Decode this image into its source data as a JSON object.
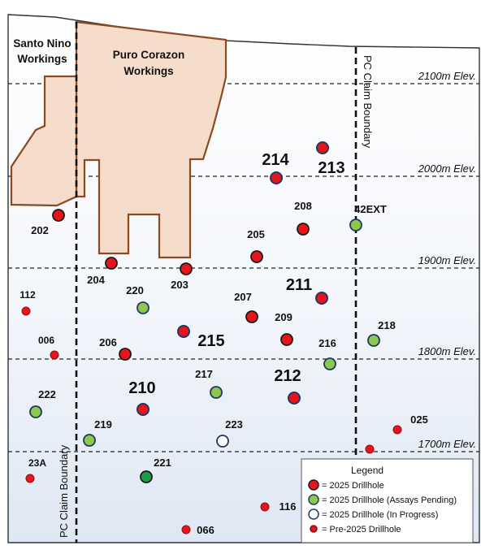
{
  "workings": {
    "santo_nino": [
      "Santo Nino",
      "Workings"
    ],
    "puro_corazon": [
      "Puro Corazon",
      "Workings"
    ]
  },
  "boundaries": {
    "left_label": "PC Claim Boundary",
    "right_label": "PC Claim Boundary"
  },
  "elevations": [
    {
      "label": "2100m Elev.",
      "elev": 2100
    },
    {
      "label": "2000m Elev.",
      "elev": 2000
    },
    {
      "label": "1900m Elev.",
      "elev": 1900
    },
    {
      "label": "1800m Elev.",
      "elev": 1800
    },
    {
      "label": "1700m Elev.",
      "elev": 1700
    }
  ],
  "drillholes": [
    {
      "id": "213",
      "type": "2025",
      "big": true
    },
    {
      "id": "214",
      "type": "2025",
      "big": true
    },
    {
      "id": "202",
      "type": "2025",
      "big": false
    },
    {
      "id": "208",
      "type": "2025",
      "big": false
    },
    {
      "id": "42EXT",
      "type": "pending",
      "big": false
    },
    {
      "id": "205",
      "type": "2025",
      "big": false
    },
    {
      "id": "204",
      "type": "2025",
      "big": false
    },
    {
      "id": "203",
      "type": "2025",
      "big": false
    },
    {
      "id": "211",
      "type": "2025",
      "big": true
    },
    {
      "id": "112",
      "type": "pre",
      "big": false
    },
    {
      "id": "220",
      "type": "pending",
      "big": false
    },
    {
      "id": "207",
      "type": "2025",
      "big": false
    },
    {
      "id": "209",
      "type": "2025",
      "big": false
    },
    {
      "id": "215",
      "type": "2025",
      "big": true
    },
    {
      "id": "218",
      "type": "pending",
      "big": false
    },
    {
      "id": "006",
      "type": "pre",
      "big": false
    },
    {
      "id": "206",
      "type": "2025",
      "big": false
    },
    {
      "id": "216",
      "type": "pending",
      "big": false
    },
    {
      "id": "217",
      "type": "pending",
      "big": false
    },
    {
      "id": "212",
      "type": "2025",
      "big": true
    },
    {
      "id": "210",
      "type": "2025",
      "big": true
    },
    {
      "id": "222",
      "type": "pending",
      "big": false
    },
    {
      "id": "025",
      "type": "pre",
      "big": false
    },
    {
      "id": "219",
      "type": "pending",
      "big": false
    },
    {
      "id": "223",
      "type": "progress",
      "big": false
    },
    {
      "id": "",
      "type": "pre",
      "big": false
    },
    {
      "id": "23A",
      "type": "pre",
      "big": false
    },
    {
      "id": "221",
      "type": "pending_dark",
      "big": false
    },
    {
      "id": "116",
      "type": "pre",
      "big": false
    },
    {
      "id": "066",
      "type": "pre",
      "big": false
    }
  ],
  "legend": {
    "title": "Legend",
    "items": [
      {
        "type": "2025",
        "label": "= 2025 Drillhole"
      },
      {
        "type": "pending",
        "label": "= 2025 Drillhole (Assays Pending)"
      },
      {
        "type": "progress",
        "label": "= 2025 Drillhole (In Progress)"
      },
      {
        "type": "pre",
        "label": "= Pre-2025 Drillhole"
      }
    ]
  },
  "colors": {
    "red": "#e8141b",
    "green": "#8cc84b",
    "dark_green": "#1a9e4a",
    "navy": "#1f3864",
    "workings_fill": "#f6dccb",
    "workings_stroke": "#8a4b22"
  }
}
